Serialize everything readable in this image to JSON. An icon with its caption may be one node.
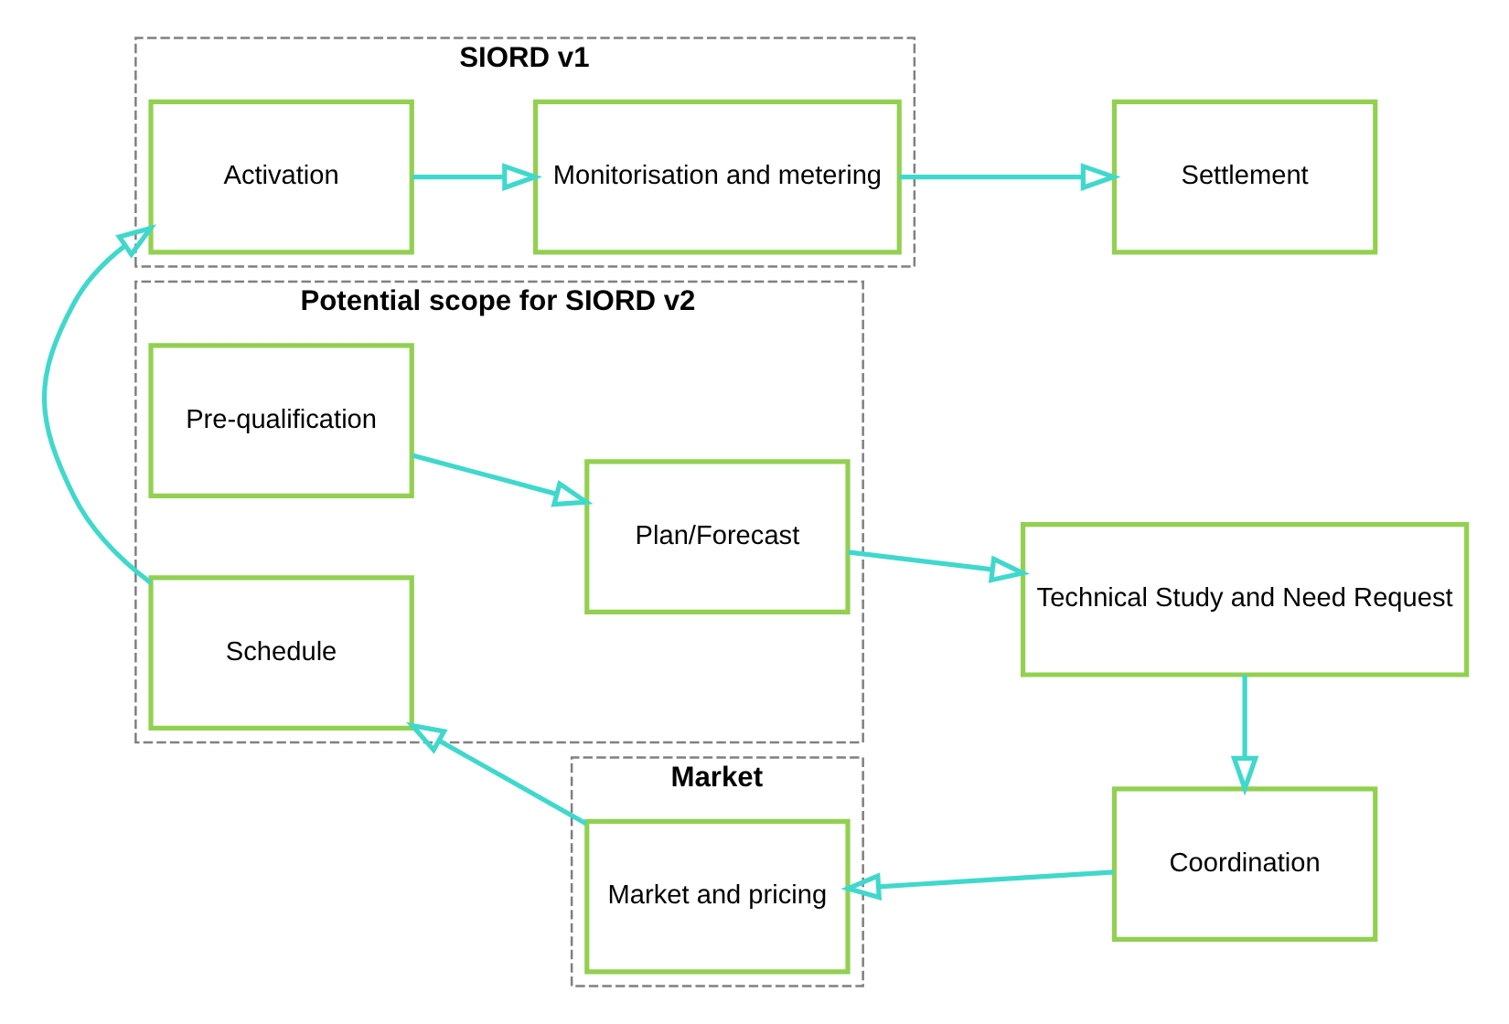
{
  "diagram": {
    "nodes": [
      {
        "text": [
          "Potential scope for SIORD v2"
        ]
      },
      {
        "text": [
          "Pre-qualification"
        ],
        "in": 0
      },
      {
        "text": [
          "Plan/Forecast"
        ],
        "in": 0
      },
      {
        "text": [
          "Technical Study and Need Request"
        ]
      },
      {
        "text": [
          "Coordination"
        ]
      },
      {
        "text": [
          "Market"
        ]
      },
      {
        "text": [
          "Market and pricing"
        ],
        "in": 5
      },
      {
        "text": [
          "Schedule"
        ],
        "in": 0
      },
      {
        "text": [
          "SIORD v1"
        ]
      },
      {
        "text": [
          "Activation"
        ],
        "in": 8
      },
      {
        "text": [
          "Monitorisation and metering"
        ],
        "in": 8
      },
      {
        "text": [
          "Settlement"
        ]
      }
    ],
    "edges": [
      {
        "from": 1,
        "to": 2,
        "arrow": "to"
      },
      {
        "from": 2,
        "to": 3,
        "arrow": "to"
      },
      {
        "from": 3,
        "to": 4,
        "arrow": "to"
      },
      {
        "from": 4,
        "to": 6,
        "arrow": "to"
      },
      {
        "from": 6,
        "to": 7,
        "arrow": "to"
      },
      {
        "from": 7,
        "to": 9,
        "arrow": "to"
      },
      {
        "from": 9,
        "to": 10,
        "arrow": "to"
      },
      {
        "from": 10,
        "to": 11,
        "arrow": "to"
      }
    ]
  }
}
